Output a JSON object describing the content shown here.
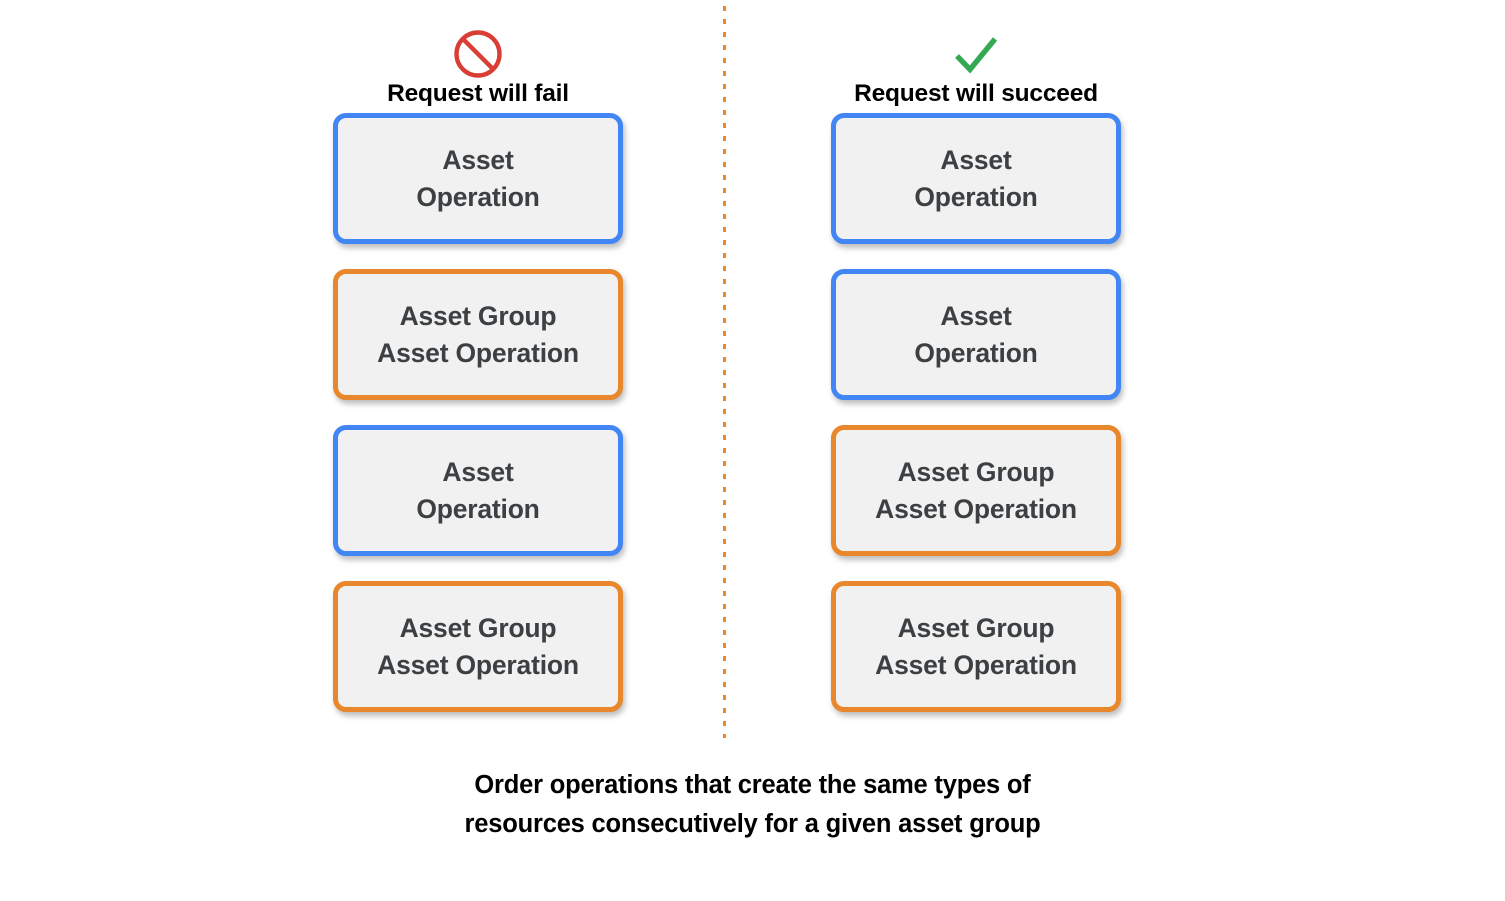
{
  "theme": {
    "background": "#FFFFFF",
    "box_fill": "#F1F1F1",
    "box_text": "#3C4043",
    "blue": "#4285F4",
    "orange": "#E8872B",
    "fail_icon_color": "#D93D34",
    "success_icon_color": "#34A853",
    "divider_color": "#E8872B"
  },
  "columns": [
    {
      "id": "fail",
      "icon": "prohibition-icon",
      "label": "Request will fail",
      "boxes": [
        {
          "text": "Asset\nOperation",
          "color": "blue"
        },
        {
          "text": "Asset Group\nAsset Operation",
          "color": "orange"
        },
        {
          "text": "Asset\nOperation",
          "color": "blue"
        },
        {
          "text": "Asset Group\nAsset Operation",
          "color": "orange"
        }
      ]
    },
    {
      "id": "succeed",
      "icon": "checkmark-icon",
      "label": "Request will succeed",
      "boxes": [
        {
          "text": "Asset\nOperation",
          "color": "blue"
        },
        {
          "text": "Asset\nOperation",
          "color": "blue"
        },
        {
          "text": "Asset Group\nAsset Operation",
          "color": "orange"
        },
        {
          "text": "Asset Group\nAsset Operation",
          "color": "orange"
        }
      ]
    }
  ],
  "caption": "Order operations that create the same types of\nresources consecutively for a given asset group"
}
